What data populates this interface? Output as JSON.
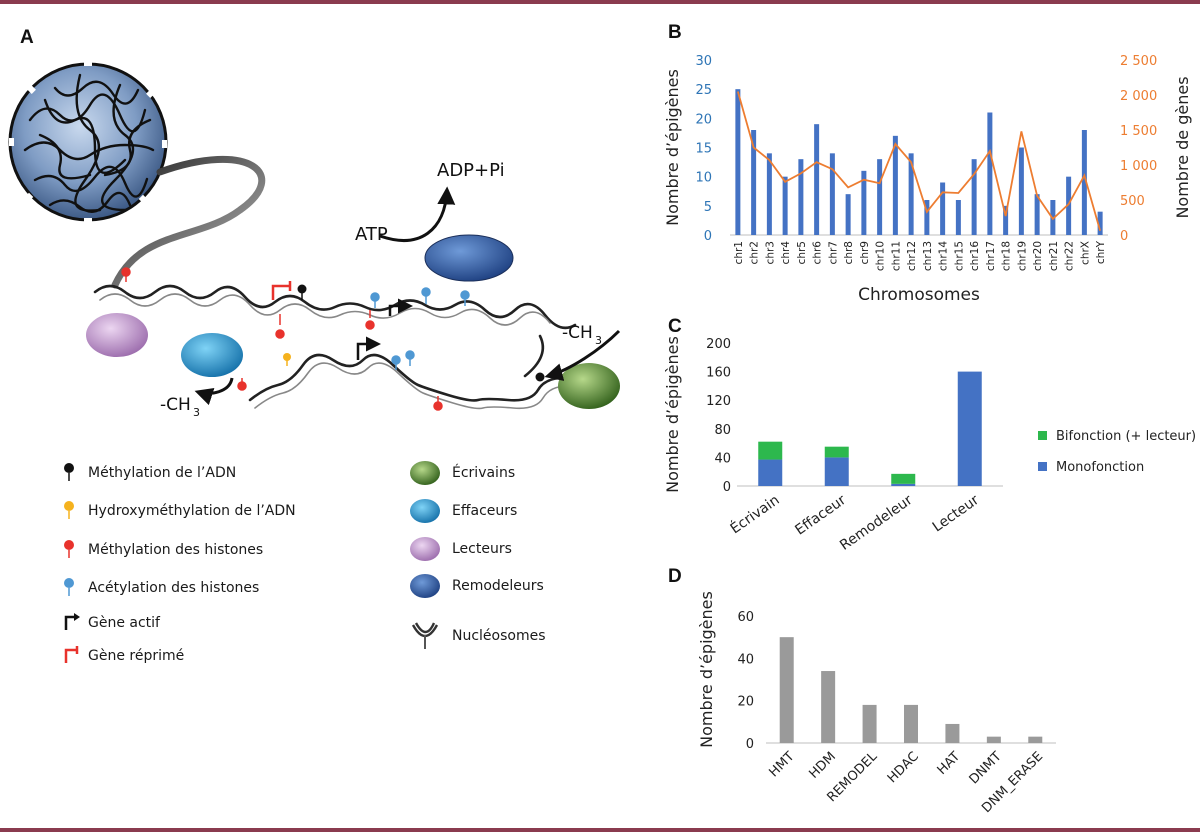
{
  "panels": {
    "a": "A",
    "b": "B",
    "c": "C",
    "d": "D"
  },
  "diagram": {
    "atp": "ATP",
    "adp": "ADP+Pi",
    "methyl_right": "-CH",
    "methyl_left": "-CH",
    "methyl_sub": "3"
  },
  "legend": {
    "left": [
      {
        "label": "Méthylation de l’ADN",
        "color": "#111111"
      },
      {
        "label": "Hydroxyméthylation de l’ADN",
        "color": "#f5b21e"
      },
      {
        "label": "Méthylation des histones",
        "color": "#e8322c"
      },
      {
        "label": "Acétylation des histones",
        "color": "#4f98d3"
      },
      {
        "label": "Gène actif",
        "color": "#111111"
      },
      {
        "label": "Gène réprimé",
        "color": "#e8322c"
      }
    ],
    "right": [
      {
        "label": "Écrivains",
        "color": "#4e8a2d"
      },
      {
        "label": "Effaceurs",
        "color": "#2a9fd6"
      },
      {
        "label": "Lecteurs",
        "color": "#b98cc4"
      },
      {
        "label": "Remodeleurs",
        "color": "#2e5ea8"
      },
      {
        "label": "Nucléosomes",
        "color": "#555555"
      }
    ]
  },
  "colors": {
    "bar_blue": "#4472c4",
    "line_orange": "#ed7d31",
    "green": "#2db84d",
    "gray": "#9a9a9a",
    "rule": "#8a3b4f"
  },
  "chart_data": [
    {
      "id": "B",
      "type": "bar",
      "categories": [
        "chr1",
        "chr2",
        "chr3",
        "chr4",
        "chr5",
        "chr6",
        "chr7",
        "chr8",
        "chr9",
        "chr10",
        "chr11",
        "chr12",
        "chr13",
        "chr14",
        "chr15",
        "chr16",
        "chr17",
        "chr18",
        "chr19",
        "chr20",
        "chr21",
        "chr22",
        "chrX",
        "chrY"
      ],
      "series": [
        {
          "name": "",
          "type": "bar",
          "axis": "left",
          "values": [
            25,
            18,
            14,
            10,
            13,
            19,
            14,
            7,
            11,
            13,
            17,
            14,
            6,
            9,
            6,
            13,
            21,
            5,
            15,
            7,
            6,
            10,
            18,
            4
          ]
        },
        {
          "name": "",
          "type": "line",
          "axis": "right",
          "values": [
            2050,
            1250,
            1070,
            760,
            880,
            1040,
            940,
            680,
            790,
            740,
            1300,
            1040,
            330,
            610,
            600,
            870,
            1200,
            270,
            1480,
            560,
            230,
            440,
            850,
            60
          ]
        }
      ],
      "xlabel": "Chromosomes",
      "ylabel": "Nombre d’épigènes",
      "y2label": "Nombre de gènes",
      "ylim": [
        0,
        30
      ],
      "y2lim": [
        0,
        2500
      ],
      "yticks": [
        "0",
        "5",
        "10",
        "15",
        "20",
        "25",
        "30"
      ],
      "y2ticks": [
        "0",
        "500",
        "1 000",
        "1 500",
        "2 000",
        "2 500"
      ]
    },
    {
      "id": "C",
      "type": "bar",
      "stacked": true,
      "categories": [
        "Écrivain",
        "Effaceur",
        "Remodeleur",
        "Lecteur"
      ],
      "series": [
        {
          "name": "Monofonction",
          "values": [
            37,
            40,
            3,
            160
          ]
        },
        {
          "name": "Bifonction (+ lecteur)",
          "values": [
            25,
            15,
            14,
            0
          ]
        }
      ],
      "ylabel": "Nombre d’épigènes",
      "ylim": [
        0,
        200
      ],
      "yticks": [
        "0",
        "40",
        "80",
        "120",
        "160",
        "200"
      ]
    },
    {
      "id": "D",
      "type": "bar",
      "categories": [
        "HMT",
        "HDM",
        "REMODEL",
        "HDAC",
        "HAT",
        "DNMT",
        "DNM_ERASE"
      ],
      "values": [
        50,
        34,
        18,
        18,
        9,
        3,
        3
      ],
      "ylabel": "Nombre d’épigènes",
      "ylim": [
        0,
        60
      ],
      "yticks": [
        "0",
        "20",
        "40",
        "60"
      ]
    }
  ]
}
